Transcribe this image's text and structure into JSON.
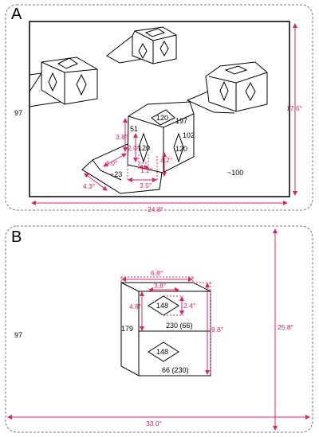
{
  "colors": {
    "ink": "#000000",
    "dimension": "#e0245e",
    "frame": "#777777",
    "background": "#ffffff"
  },
  "panel_a": {
    "label": "A",
    "background_luminance": "97",
    "luminance": {
      "top_face": "120",
      "top_face_right": "197",
      "left_face_top": "51",
      "left_face": "120",
      "right_face_top": "102",
      "right_face": "120",
      "shadow": "~23",
      "floor": "~100"
    },
    "dimensions": {
      "scene_width": "24.8°",
      "scene_height": "17.6°",
      "face_height": "3.8°",
      "diamond_height": "2.0°",
      "shadow_depth": "4.0°",
      "diamond_width": "1.2°",
      "right_face_height": "4.2°",
      "face_width": "3.5°",
      "shadow_width": "4.3°"
    }
  },
  "panel_b": {
    "label": "B",
    "background_luminance": "97",
    "luminance": {
      "top_diamond": "148",
      "bottom_diamond": "148",
      "left_face": "179",
      "top_face": "230 (66)",
      "bottom_face": "66 (230)"
    },
    "dimensions": {
      "cube_width": "6.8°",
      "diamond_width": "3.8°",
      "diamond_height": "2.4°",
      "upper_face_height": "4.8°",
      "cube_height": "9.8°",
      "field_height": "25.8°",
      "field_width": "33.0°"
    }
  }
}
